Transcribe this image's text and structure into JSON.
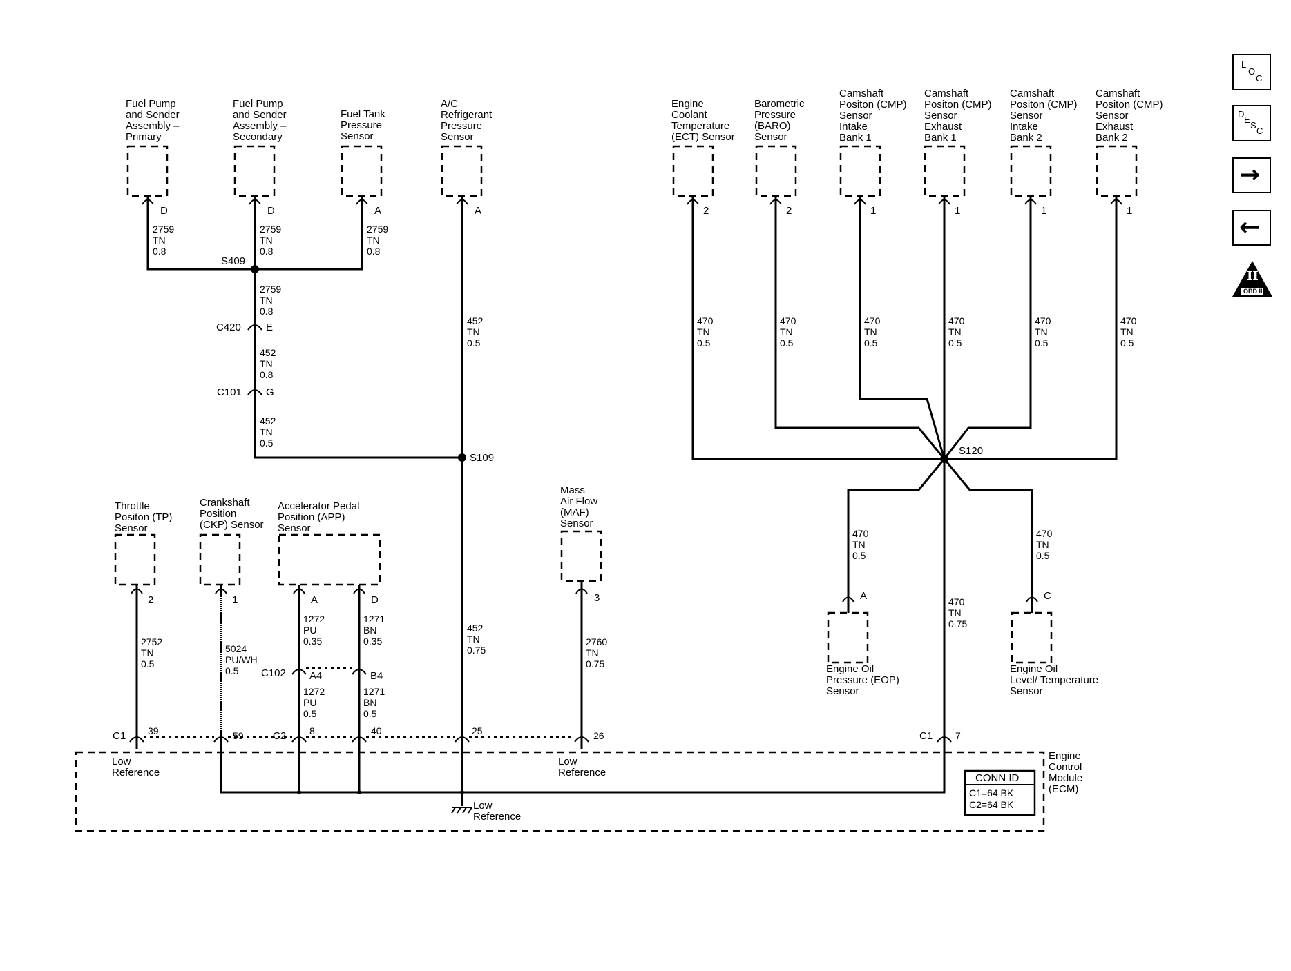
{
  "components": {
    "fpsa_primary": [
      "Fuel Pump",
      "and Sender",
      "Assembly –",
      "Primary"
    ],
    "fpsa_secondary": [
      "Fuel Pump",
      "and Sender",
      "Assembly –",
      "Secondary"
    ],
    "ftp": [
      "Fuel Tank",
      "Pressure",
      "Sensor"
    ],
    "ac": [
      "A/C",
      "Refrigerant",
      "Pressure",
      "Sensor"
    ],
    "ect": [
      "Engine",
      "Coolant",
      "Temperature",
      "(ECT) Sensor"
    ],
    "baro": [
      "Barometric",
      "Pressure",
      "(BARO)",
      "Sensor"
    ],
    "cmp_i1": [
      "Camshaft",
      "Positon (CMP)",
      "Sensor",
      "Intake",
      "Bank 1"
    ],
    "cmp_e1": [
      "Camshaft",
      "Positon (CMP)",
      "Sensor",
      "Exhaust",
      "Bank 1"
    ],
    "cmp_i2": [
      "Camshaft",
      "Positon (CMP)",
      "Sensor",
      "Intake",
      "Bank 2"
    ],
    "cmp_e2": [
      "Camshaft",
      "Positon (CMP)",
      "Sensor",
      "Exhaust",
      "Bank 2"
    ],
    "tp": [
      "Throttle",
      "Positon (TP)",
      "Sensor"
    ],
    "ckp": [
      "Crankshaft",
      "Position",
      "(CKP) Sensor"
    ],
    "app": [
      "Accelerator Pedal",
      "Position (APP)",
      "Sensor"
    ],
    "maf": [
      "Mass",
      "Air Flow",
      "(MAF)",
      "Sensor"
    ],
    "eop": [
      "Engine Oil",
      "Pressure (EOP)",
      "Sensor"
    ],
    "eolt": [
      "Engine Oil",
      "Level/ Temperature",
      "Sensor"
    ],
    "ecm": [
      "Engine",
      "Control",
      "Module",
      "(ECM)"
    ]
  },
  "wires": {
    "w2759": [
      "2759",
      "TN",
      "0.8"
    ],
    "w452_08": [
      "452",
      "TN",
      "0.8"
    ],
    "w452_05": [
      "452",
      "TN",
      "0.5"
    ],
    "w452_075": [
      "452",
      "TN",
      "0.75"
    ],
    "w470_05": [
      "470",
      "TN",
      "0.5"
    ],
    "w470_075": [
      "470",
      "TN",
      "0.75"
    ],
    "w2752": [
      "2752",
      "TN",
      "0.5"
    ],
    "w5024": [
      "5024",
      "PU/WH",
      "0.5"
    ],
    "w1272_035": [
      "1272",
      "PU",
      "0.35"
    ],
    "w1271_035": [
      "1271",
      "BN",
      "0.35"
    ],
    "w1272_05": [
      "1272",
      "PU",
      "0.5"
    ],
    "w1271_05": [
      "1271",
      "BN",
      "0.5"
    ],
    "w2760": [
      "2760",
      "TN",
      "0.75"
    ]
  },
  "pins": {
    "D": "D",
    "A": "A",
    "E": "E",
    "G": "G",
    "C": "C",
    "p1": "1",
    "p2": "2",
    "p3": "3",
    "A4": "A4",
    "B4": "B4",
    "p39": "39",
    "p59": "59",
    "p8": "8",
    "p40": "40",
    "p25": "25",
    "p26": "26",
    "p7": "7"
  },
  "splices": {
    "s409": "S409",
    "s109": "S109",
    "s120": "S120"
  },
  "connectors": {
    "c420": "C420",
    "c101": "C101",
    "c102": "C102",
    "c1": "C1",
    "c2": "C2"
  },
  "low_reference": [
    "Low",
    "Reference"
  ],
  "conn_id": {
    "title": "CONN ID",
    "c1": "C1=64 BK",
    "c2": "C2=64 BK"
  },
  "nav": {
    "loc": [
      "L",
      "O",
      "C"
    ],
    "desc": [
      "D",
      "E",
      "S",
      "C"
    ],
    "forward_arrow": "→",
    "back_arrow": "←",
    "obd_numeral": "II",
    "obd_label": "OBD II"
  }
}
